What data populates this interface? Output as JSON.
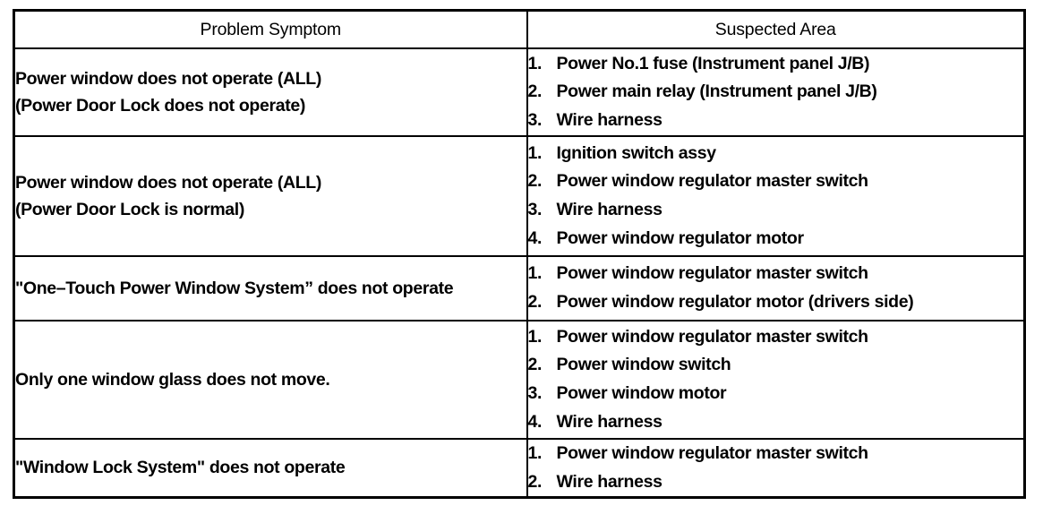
{
  "document": {
    "type": "troubleshooting-table",
    "colors": {
      "ink": "#000000",
      "paper": "#ffffff"
    }
  },
  "table": {
    "headers": {
      "symptom": "Problem Symptom",
      "area": "Suspected Area"
    },
    "rows": [
      {
        "symptom_lines": [
          "Power window does not operate (ALL)",
          "(Power Door Lock does not operate)"
        ],
        "areas": [
          {
            "num": "1.",
            "text": "Power No.1 fuse (Instrument panel J/B)"
          },
          {
            "num": "2.",
            "text": "Power main relay (Instrument panel J/B)"
          },
          {
            "num": "3.",
            "text": "Wire harness"
          }
        ]
      },
      {
        "symptom_lines": [
          "Power window does not operate (ALL)",
          "(Power Door Lock is normal)"
        ],
        "areas": [
          {
            "num": "1.",
            "text": "Ignition switch assy"
          },
          {
            "num": "2.",
            "text": "Power window regulator master switch"
          },
          {
            "num": "3.",
            "text": "Wire harness"
          },
          {
            "num": "4.",
            "text": "Power window regulator motor"
          }
        ]
      },
      {
        "symptom_lines": [
          "\"One–Touch Power Window System” does not operate"
        ],
        "areas": [
          {
            "num": "1.",
            "text": "Power window regulator master switch"
          },
          {
            "num": "2.",
            "text": "Power window regulator motor (drivers side)"
          }
        ]
      },
      {
        "symptom_lines": [
          "Only one window glass does not move."
        ],
        "areas": [
          {
            "num": "1.",
            "text": "Power window regulator master switch"
          },
          {
            "num": "2.",
            "text": "Power window switch"
          },
          {
            "num": "3.",
            "text": "Power window motor"
          },
          {
            "num": "4.",
            "text": "Wire harness"
          }
        ]
      },
      {
        "symptom_lines": [
          "\"Window Lock System\" does not operate"
        ],
        "areas": [
          {
            "num": "1.",
            "text": "Power window regulator master switch"
          },
          {
            "num": "2.",
            "text": "Wire harness"
          }
        ]
      }
    ]
  }
}
